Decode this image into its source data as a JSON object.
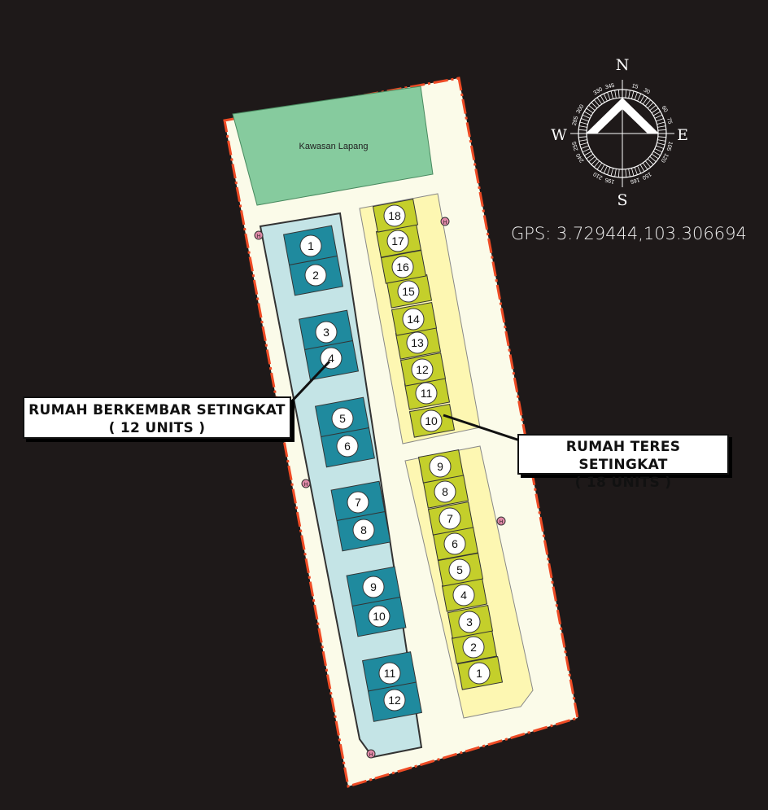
{
  "site": {
    "open_space_label": "Kawasan Lapang",
    "semi_d_units": [
      "1",
      "2",
      "3",
      "4",
      "5",
      "6",
      "7",
      "8",
      "9",
      "10",
      "11",
      "12"
    ],
    "terrace_units": [
      "1",
      "2",
      "3",
      "4",
      "5",
      "6",
      "7",
      "8",
      "9",
      "10",
      "11",
      "12",
      "13",
      "14",
      "15",
      "16",
      "17",
      "18"
    ],
    "hydrant_label": "H"
  },
  "callouts": {
    "semi_d": {
      "title": "RUMAH BERKEMBAR SETINGKAT",
      "count": "( 12 UNITS )"
    },
    "terrace": {
      "title": "RUMAH TERES SETINGKAT",
      "count": "( 18 UNITS )"
    }
  },
  "compass": {
    "north": "N",
    "south": "S",
    "east": "E",
    "west": "W",
    "degree_labels": [
      "15",
      "30",
      "60",
      "75",
      "105",
      "120",
      "150",
      "165",
      "195",
      "210",
      "240",
      "255",
      "285",
      "300",
      "330",
      "345"
    ]
  },
  "gps": "GPS: 3.729444,103.306694",
  "colors": {
    "background": "#1e1919",
    "site": "#fbfbe9",
    "boundary": "#ee4b25",
    "open_space": "#86cb9e",
    "semi_d_lot": "#c4e4e6",
    "semi_d_house": "#1f8a9e",
    "terrace_lot": "#fdf7b2",
    "terrace_house": "#c4cf2b"
  }
}
